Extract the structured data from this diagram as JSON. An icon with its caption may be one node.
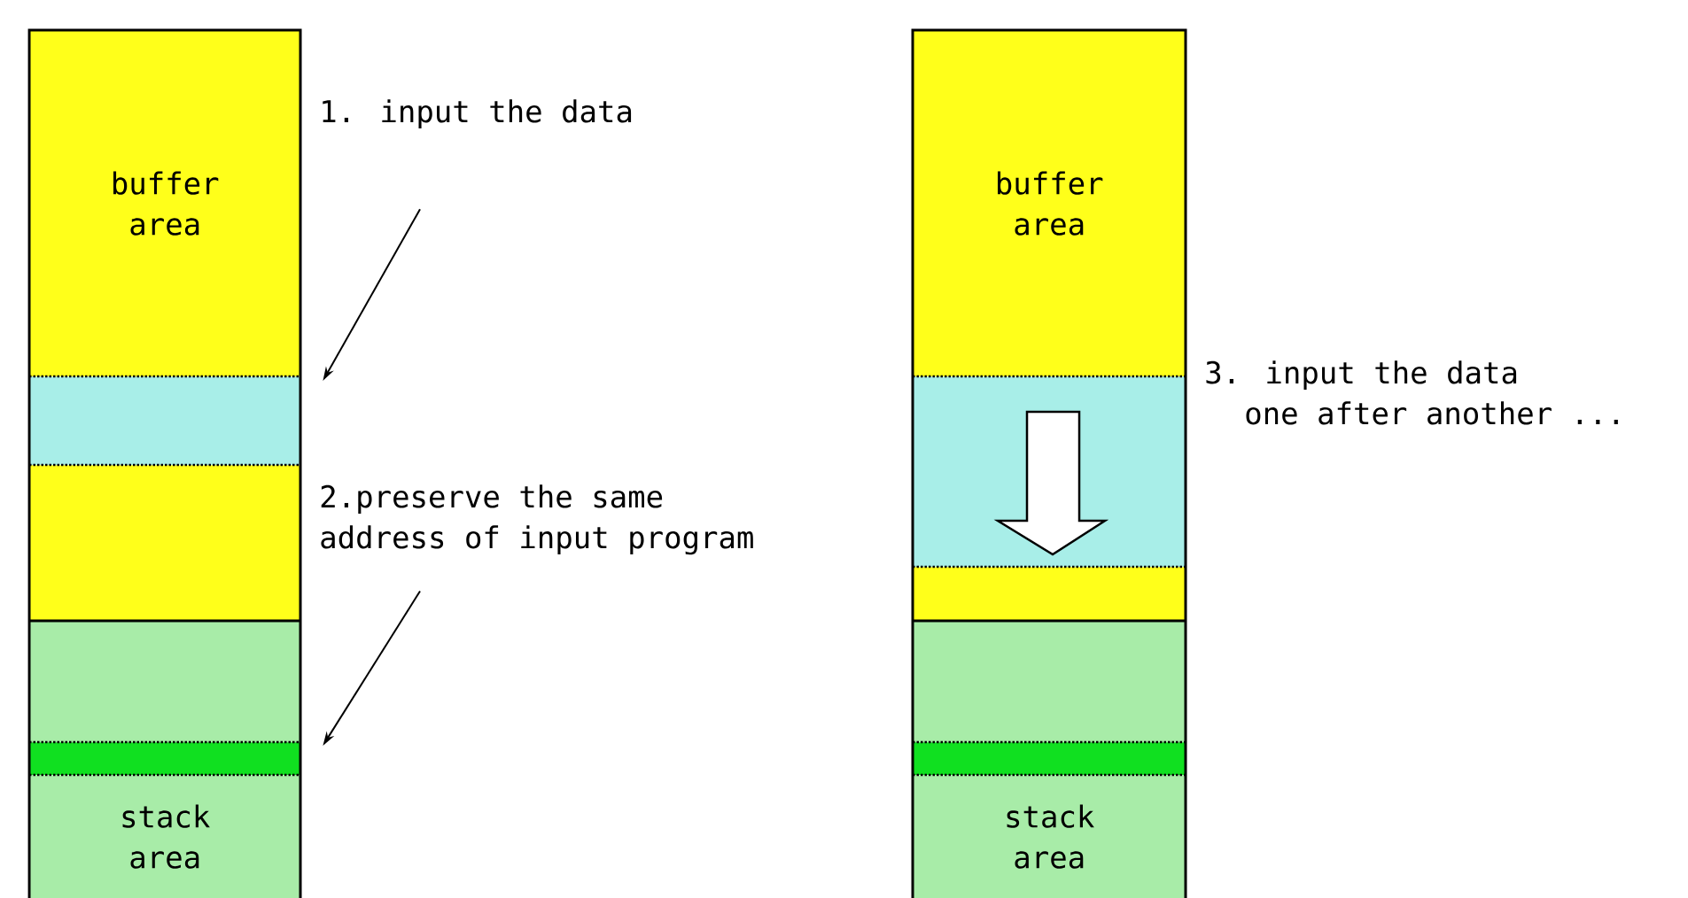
{
  "diagram": {
    "nodes": [
      {
        "text": [
          "buffer area"
        ]
      },
      {
        "text": [],
        "shape": "box"
      },
      {
        "text": [],
        "shape": "box"
      },
      {
        "text": [],
        "shape": "box"
      },
      {
        "text": [],
        "shape": "box"
      },
      {
        "text": [
          "stack area"
        ]
      },
      {
        "text": [
          "buffer area"
        ]
      },
      {
        "text": [],
        "shape": "box"
      },
      {
        "text": [],
        "shape": "box"
      },
      {
        "text": [],
        "shape": "box"
      },
      {
        "text": [],
        "shape": "box"
      },
      {
        "text": [
          "stack area"
        ]
      },
      {
        "text": [
          "1. input the data"
        ]
      },
      {
        "text": [
          "2.preserve the same address of input program"
        ]
      }
    ],
    "edges": [
      {
        "from": 12,
        "to": 1,
        "arrow": "to"
      },
      {
        "from": 13,
        "to": 4,
        "arrow": "to"
      }
    ],
    "labels": [
      "3. input the data one after another ..."
    ]
  }
}
